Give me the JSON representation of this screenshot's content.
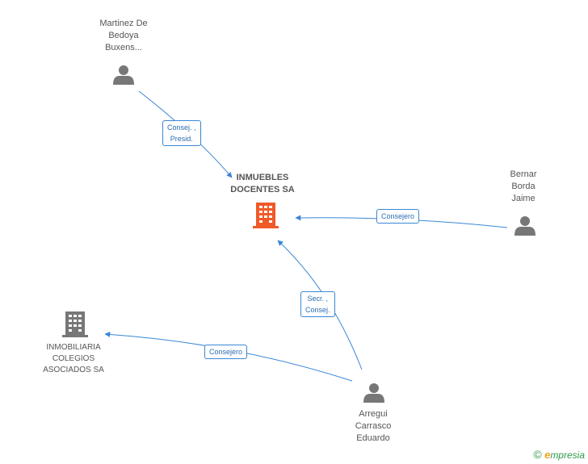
{
  "nodes": {
    "martinez": {
      "label": "Martinez De\nBedoya\nBuxens...",
      "type": "person"
    },
    "inmuebles": {
      "label": "INMUEBLES\nDOCENTES SA",
      "type": "company-main"
    },
    "bernar": {
      "label": "Bernar\nBorda\nJaime",
      "type": "person"
    },
    "inmobiliaria": {
      "label": "INMOBILIARIA\nCOLEGIOS\nASOCIADOS SA",
      "type": "company"
    },
    "arregui": {
      "label": "Arregui\nCarrasco\nEduardo",
      "type": "person"
    }
  },
  "edges": [
    {
      "id": "martinez-inmuebles",
      "label": "Consej. ,\nPresid."
    },
    {
      "id": "bernar-inmuebles",
      "label": "Consejero"
    },
    {
      "id": "arregui-inmuebles",
      "label": "Secr. ,\nConsej."
    },
    {
      "id": "arregui-inmobiliaria",
      "label": "Consejero"
    }
  ],
  "colors": {
    "edge": "#3a87d6",
    "person_icon": "#777777",
    "company_icon": "#777777",
    "main_company_icon": "#f05a28"
  },
  "brand": {
    "copyright": "©",
    "e": "e",
    "rest": "mpresia"
  }
}
